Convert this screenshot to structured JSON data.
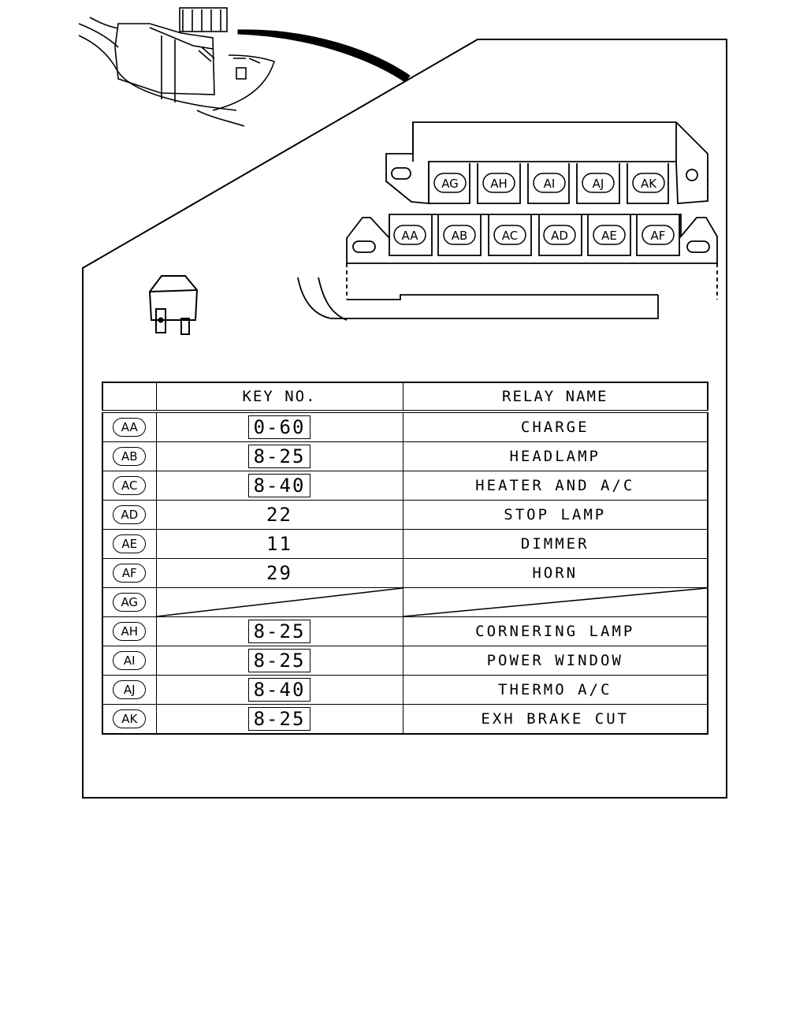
{
  "connector_top_row": [
    "AG",
    "AH",
    "AI",
    "AJ",
    "AK"
  ],
  "connector_bottom_row": [
    "AA",
    "AB",
    "AC",
    "AD",
    "AE",
    "AF"
  ],
  "table": {
    "headers": {
      "code": "",
      "key": "KEY NO.",
      "name": "RELAY NAME"
    },
    "rows": [
      {
        "code": "AA",
        "key": "0-60",
        "boxed": true,
        "name": "CHARGE"
      },
      {
        "code": "AB",
        "key": "8-25",
        "boxed": true,
        "name": "HEADLAMP"
      },
      {
        "code": "AC",
        "key": "8-40",
        "boxed": true,
        "name": "HEATER AND A/C"
      },
      {
        "code": "AD",
        "key": "22",
        "boxed": false,
        "name": "STOP LAMP"
      },
      {
        "code": "AE",
        "key": "11",
        "boxed": false,
        "name": "DIMMER"
      },
      {
        "code": "AF",
        "key": "29",
        "boxed": false,
        "name": "HORN"
      },
      {
        "code": "AG",
        "key": "",
        "boxed": false,
        "name": "",
        "blank": true
      },
      {
        "code": "AH",
        "key": "8-25",
        "boxed": true,
        "name": "CORNERING LAMP"
      },
      {
        "code": "AI",
        "key": "8-25",
        "boxed": true,
        "name": "POWER WINDOW"
      },
      {
        "code": "AJ",
        "key": "8-40",
        "boxed": true,
        "name": "THERMO A/C"
      },
      {
        "code": "AK",
        "key": "8-25",
        "boxed": true,
        "name": "EXH BRAKE CUT"
      }
    ]
  }
}
